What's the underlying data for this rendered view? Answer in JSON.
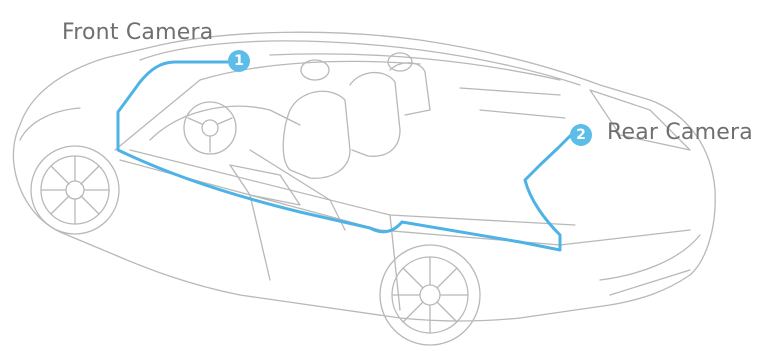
{
  "labels": {
    "front_camera": "Front Camera",
    "rear_camera": "Rear Camera"
  },
  "markers": {
    "front": "1",
    "rear": "2"
  },
  "colors": {
    "cable": "#4db3e6",
    "marker": "#5cbde8",
    "car_outline": "#b8b8b8",
    "label_text": "#6f6f6f"
  }
}
